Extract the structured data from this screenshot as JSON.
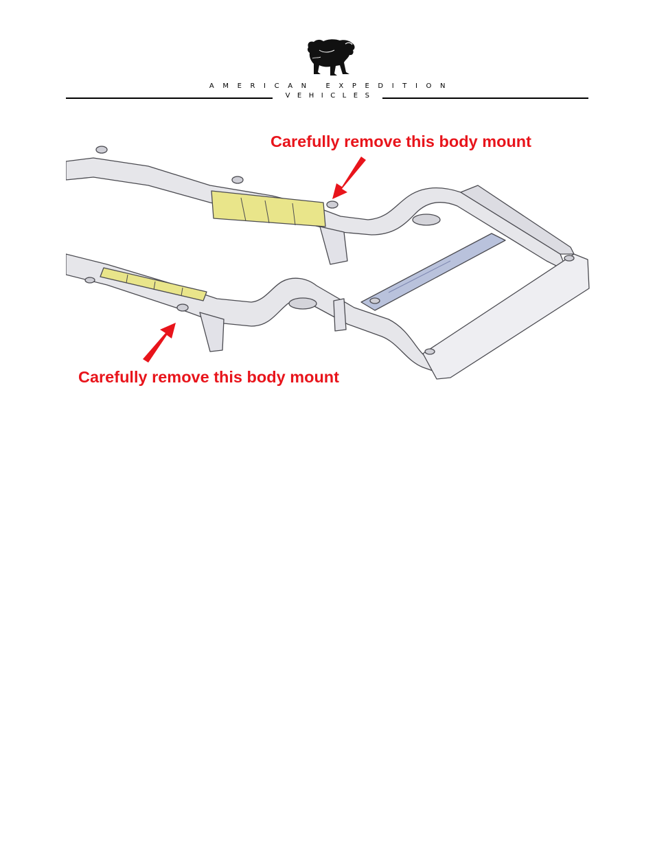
{
  "header": {
    "brand_line1": "AMERICAN EXPEDITION",
    "brand_line2": "VEHICLES",
    "logo_icon": "bull-logo-icon"
  },
  "figure": {
    "subject": "frame-diagram",
    "callouts": {
      "top": "Carefully remove this body mount",
      "bottom": "Carefully remove this body mount"
    },
    "colors": {
      "callout": "#e8141b",
      "highlight": "#e9e58a",
      "frame": "#e6e6ea",
      "outline": "#4a4a50"
    }
  }
}
